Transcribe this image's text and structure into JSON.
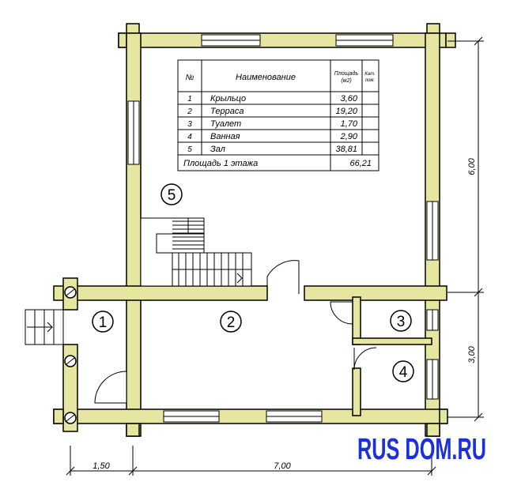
{
  "table": {
    "col_no": "№",
    "col_name": "Наименование",
    "col_area_1": "Площадь",
    "col_area_2": "(м2)",
    "col_cat_1": "Кат.",
    "col_cat_2": "пом.",
    "rows": [
      {
        "no": "1",
        "name": "Крыльцо",
        "area": "3,60"
      },
      {
        "no": "2",
        "name": "Терраса",
        "area": "19,20"
      },
      {
        "no": "3",
        "name": "Туалет",
        "area": "1,70"
      },
      {
        "no": "4",
        "name": "Ванная",
        "area": "2,90"
      },
      {
        "no": "5",
        "name": "Зал",
        "area": "38,81"
      }
    ],
    "total_label": "Площадь 1 этажа",
    "total_value": "66,21"
  },
  "rooms": {
    "r1": "1",
    "r2": "2",
    "r3": "3",
    "r4": "4",
    "r5": "5"
  },
  "dimensions": {
    "bottom_left": "1,50",
    "bottom_main": "7,00",
    "right_top": "6,00",
    "right_bottom": "3,00"
  },
  "watermark": "RUS DOM.RU"
}
